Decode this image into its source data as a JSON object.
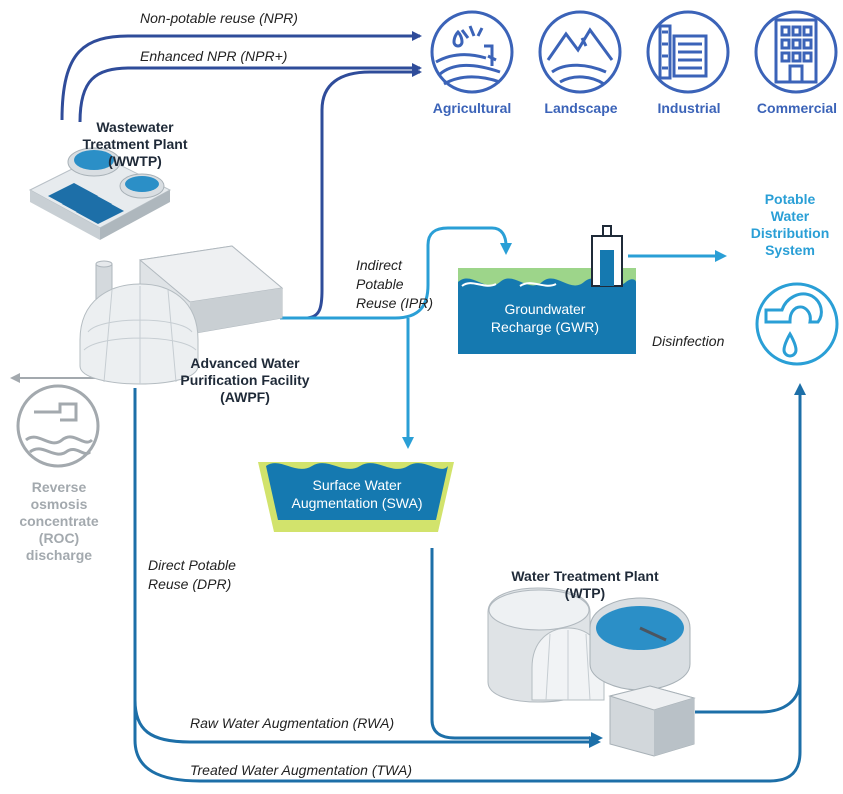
{
  "flows": {
    "npr": "Non-potable reuse (NPR)",
    "npr_plus": "Enhanced NPR (NPR+)",
    "ipr_line1": "Indirect",
    "ipr_line2": "Potable",
    "ipr_line3": "Reuse (IPR)",
    "dpr_line1": "Direct Potable",
    "dpr_line2": "Reuse (DPR)",
    "rwa": "Raw Water Augmentation (RWA)",
    "twa": "Treated Water Augmentation (TWA)",
    "disinfection": "Disinfection"
  },
  "end_uses": [
    {
      "label": "Agricultural",
      "icon": "agricultural-icon"
    },
    {
      "label": "Landscape",
      "icon": "landscape-icon"
    },
    {
      "label": "Industrial",
      "icon": "industrial-icon"
    },
    {
      "label": "Commercial",
      "icon": "commercial-icon"
    }
  ],
  "nodes": {
    "wwtp": {
      "line1": "Wastewater",
      "line2": "Treatment Plant",
      "line3": "(WWTP)"
    },
    "awpf": {
      "line1": "Advanced Water",
      "line2": "Purification Facility",
      "line3": "(AWPF)"
    },
    "gwr": {
      "line1": "Groundwater",
      "line2": "Recharge (GWR)"
    },
    "swa": {
      "line1": "Surface Water",
      "line2": "Augmentation (SWA)"
    },
    "wtp": {
      "line1": "Water Treatment Plant",
      "line2": "(WTP)"
    },
    "pwds": {
      "line1": "Potable",
      "line2": "Water",
      "line3": "Distribution",
      "line4": "System"
    },
    "roc": {
      "line1": "Reverse",
      "line2": "osmosis",
      "line3": "concentrate",
      "line4": "(ROC)",
      "line5": "discharge"
    }
  },
  "colors": {
    "dark_blue": "#2f4c9a",
    "mid_blue": "#1d6fa8",
    "light_blue": "#2a9fd6",
    "water": "#1579b0",
    "grey": "#a3a9ae",
    "category_text": "#3b63b8"
  }
}
